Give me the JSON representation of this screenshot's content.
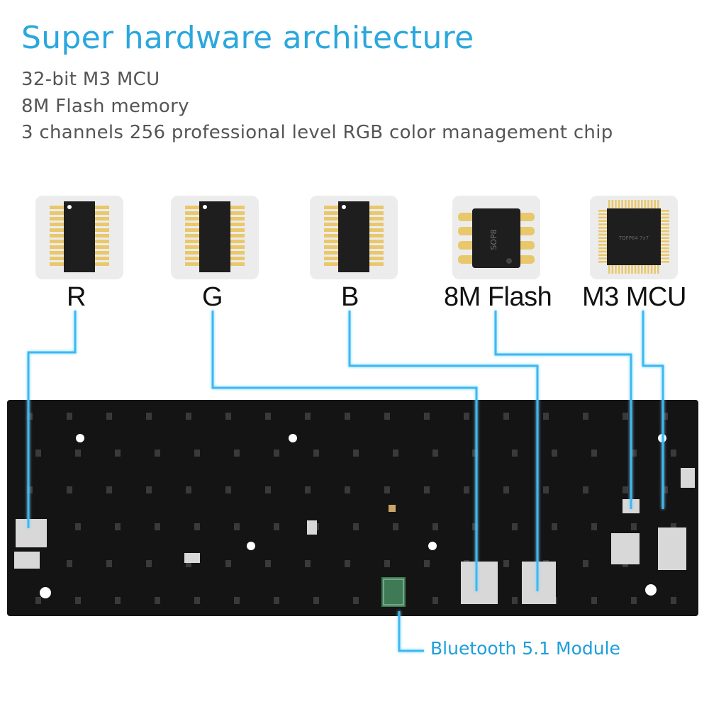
{
  "title": "Super hardware architecture",
  "features": [
    "32-bit M3 MCU",
    "8M Flash memory",
    "3 channels 256 professional level RGB color management chip"
  ],
  "chips": [
    {
      "label": "R",
      "type": "ic-soic-wide"
    },
    {
      "label": "G",
      "type": "ic-soic-wide"
    },
    {
      "label": "B",
      "type": "ic-soic-wide"
    },
    {
      "label": "8M Flash",
      "type": "ic-sop8",
      "marking": "SOP8"
    },
    {
      "label": "M3 MCU",
      "type": "ic-tqfp",
      "marking": "TQFP64 7x7"
    }
  ],
  "module": {
    "label": "Bluetooth 5.1 Module"
  },
  "colors": {
    "accent": "#2aa7dc",
    "trace": "#3db8f0",
    "pcb": "#141414"
  }
}
